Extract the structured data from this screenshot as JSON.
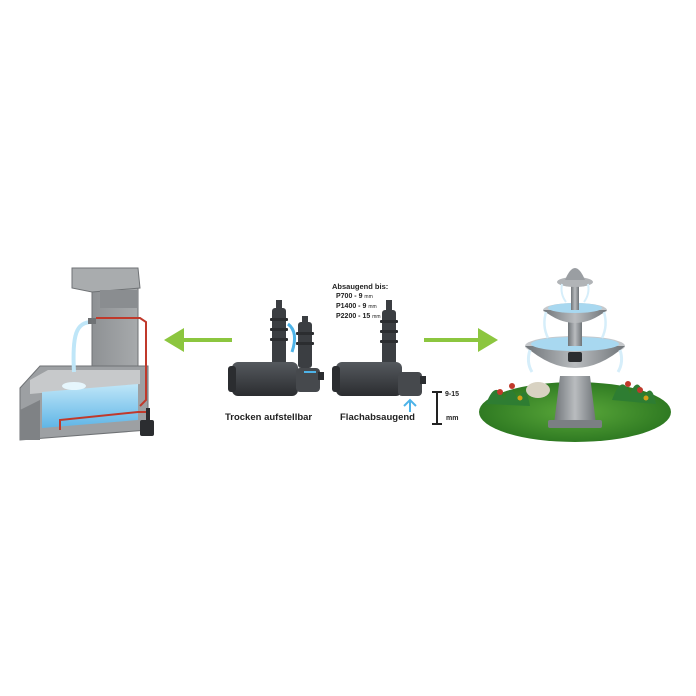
{
  "captions": {
    "dry_install": "Trocken aufstellbar",
    "flat_suction": "Flachabsaugend"
  },
  "suction_spec": {
    "title": "Absaugend bis:",
    "models": [
      {
        "model": "P700 - 9",
        "unit": "mm"
      },
      {
        "model": "P1400 - 9",
        "unit": "mm"
      },
      {
        "model": "P2200 - 15",
        "unit": "mm"
      }
    ]
  },
  "measure": {
    "value": "9-15",
    "unit": "mm"
  },
  "colors": {
    "arrow": "#8cc63f",
    "pump_body": "#3b3e42",
    "water": "#7fc8ee",
    "hose": "#c0392b",
    "stone": "#9a9c9e",
    "grass": "#3d8a2a"
  },
  "icons": [
    "arrow-left-icon",
    "arrow-right-icon",
    "water-drop-icon"
  ]
}
